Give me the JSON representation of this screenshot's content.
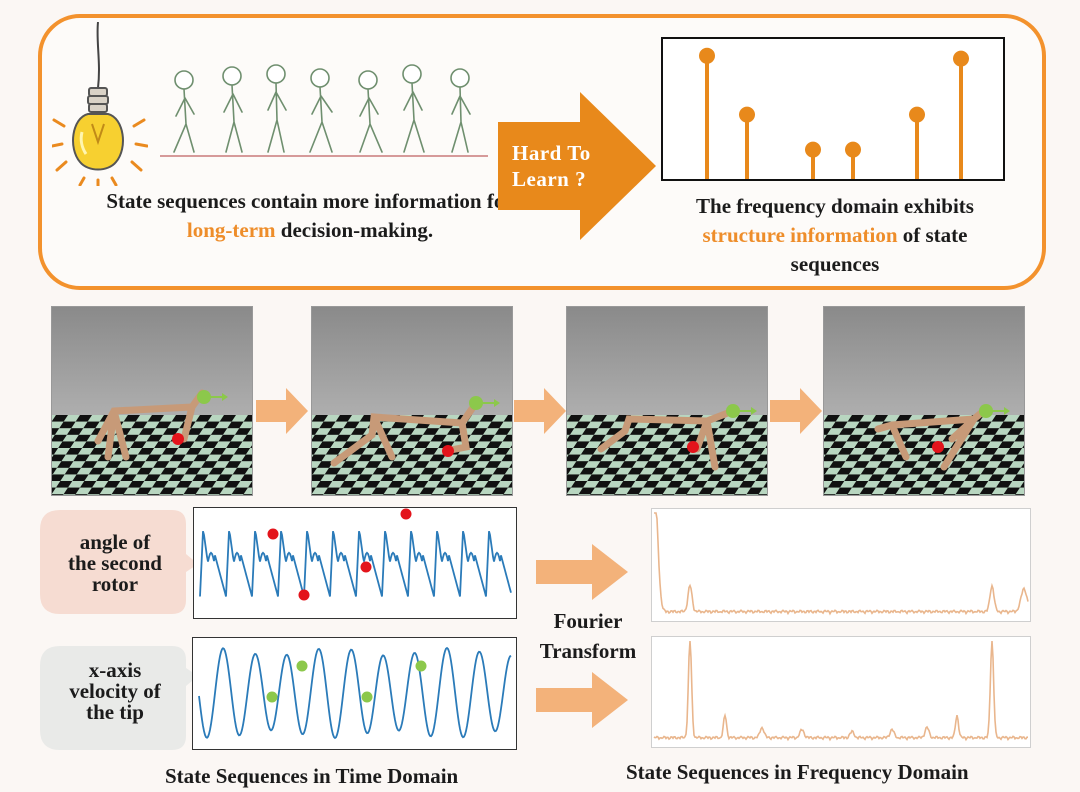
{
  "top_panel": {
    "left_caption": {
      "part1": "State sequences contain more information for ",
      "highlight": "long-term",
      "part2": " decision-making."
    },
    "arrow_label_line1": "Hard  To",
    "arrow_label_line2": "Learn ?",
    "right_caption": {
      "part1": "The frequency domain exhibits ",
      "highlight": "structure information",
      "part2": " of  state sequences"
    },
    "stem_values": [
      0.88,
      0.46,
      0.21,
      0.21,
      0.46,
      0.86
    ]
  },
  "signals": [
    {
      "label_line1": "angle of",
      "label_line2": "the second",
      "label_line3": "rotor"
    },
    {
      "label_line1": "x-axis",
      "label_line2": "velocity of",
      "label_line3": "the tip"
    }
  ],
  "transform_label_line1": "Fourier",
  "transform_label_line2": "Transform",
  "bottom_captions": {
    "time": "State Sequences in Time Domain",
    "frequency": "State Sequences in Frequency Domain"
  },
  "colors": {
    "accent": "#f3922d",
    "highlight_text": "#ee8d2a",
    "time_line": "#2b7bb9",
    "freq_line": "#e9b68d",
    "dot_red": "#e3141b",
    "dot_green": "#8cc84b",
    "bubble_pink": "#f6dcd2",
    "bubble_gray": "#e9eae8"
  }
}
